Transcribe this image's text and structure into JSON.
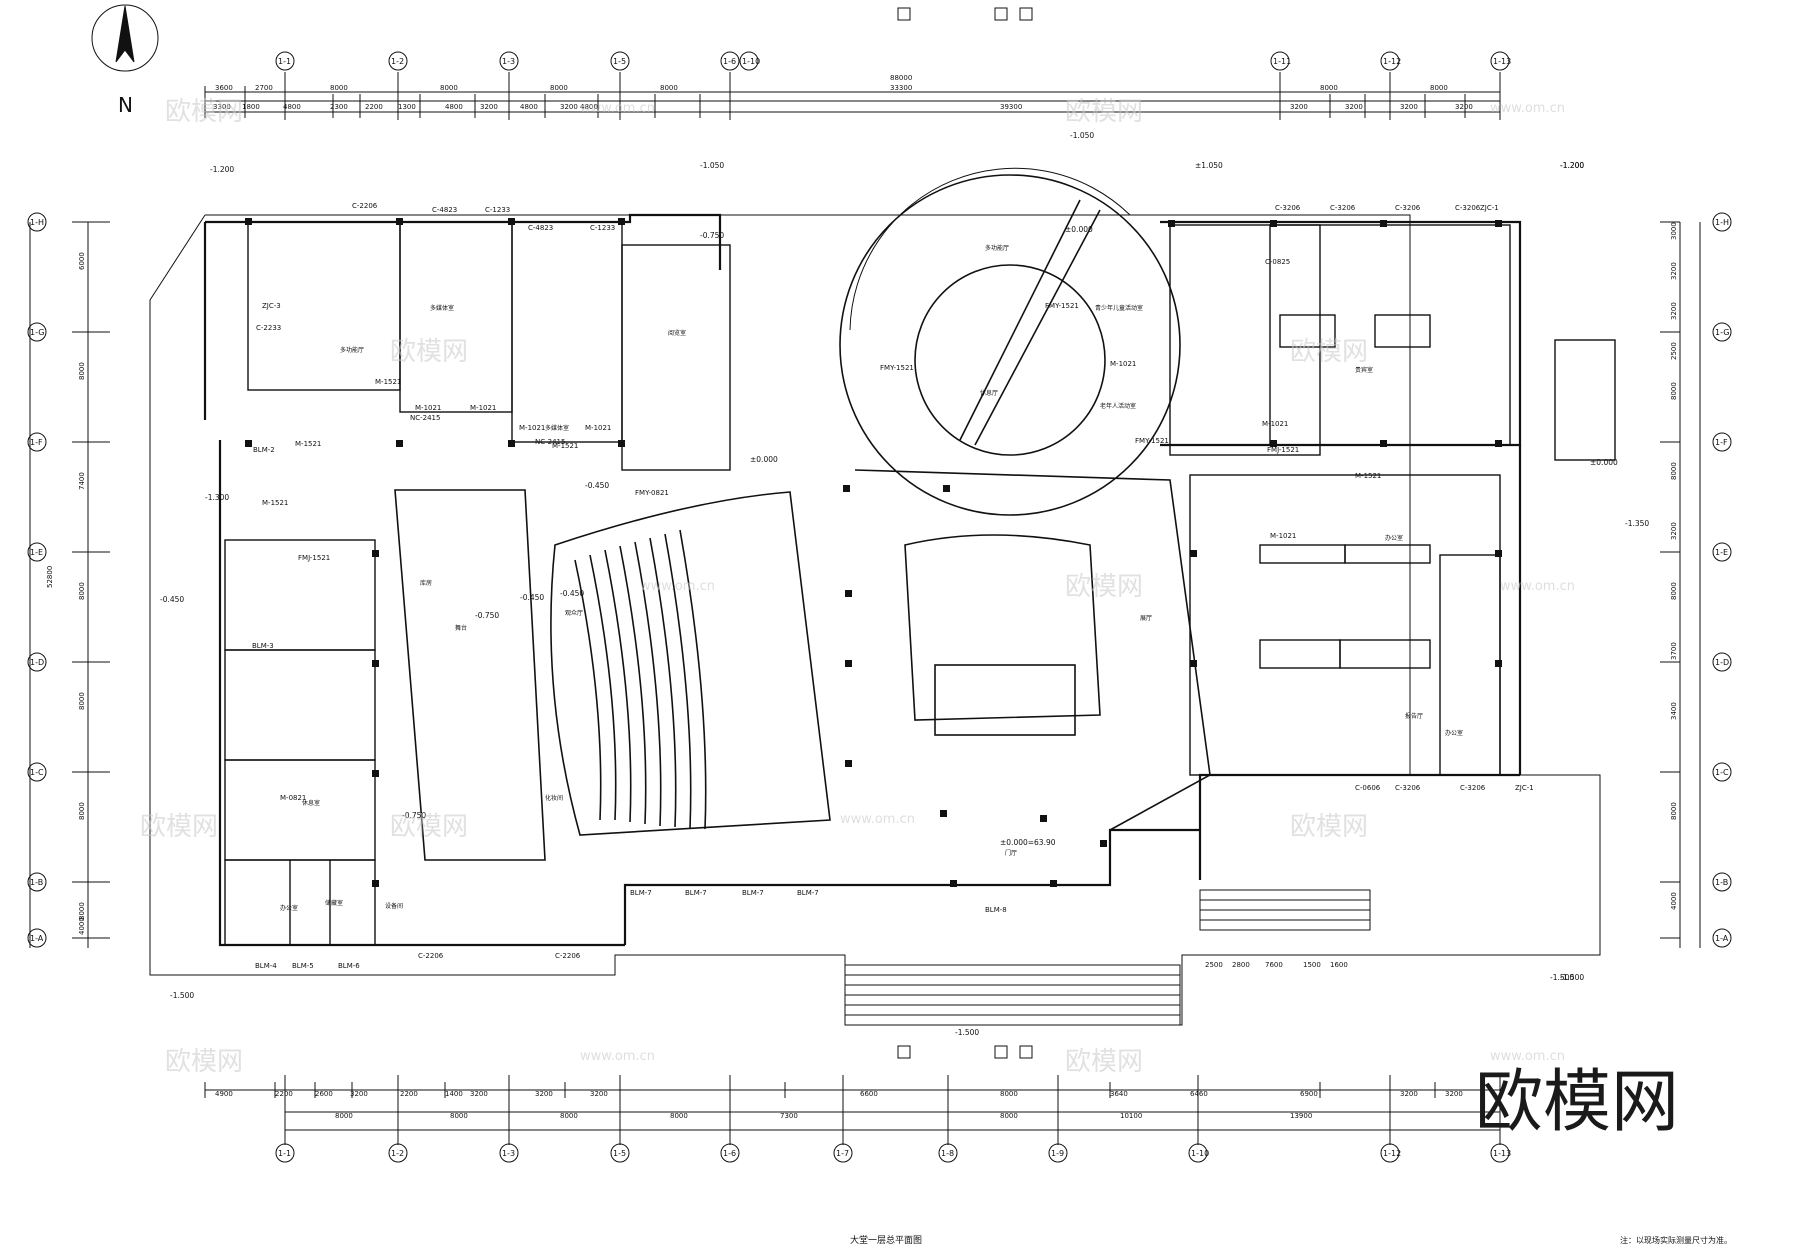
{
  "drawing": {
    "title": "大堂一层总平面图",
    "note": "注：以现场实际测量尺寸为准。",
    "north_label": "N",
    "total_width_dim": "88000",
    "total_height_dim": "52800"
  },
  "watermark": {
    "logo_text": "欧模网",
    "url_text": "www.om.cn"
  },
  "axes": {
    "top": [
      "1-1",
      "1-2",
      "1-3",
      "1-5",
      "1-6",
      "1-10",
      "1-11",
      "1-12",
      "1-13"
    ],
    "bottom": [
      "1-1",
      "1-2",
      "1-3",
      "1-5",
      "1-6",
      "1-7",
      "1-8",
      "1-9",
      "1-10",
      "1-12",
      "1-13"
    ],
    "left": [
      "1-H",
      "1-G",
      "1-F",
      "1-E",
      "1-D",
      "1-C",
      "1-B",
      "1-A"
    ]
  },
  "dimensions": {
    "top_row1": [
      "3600",
      "2700",
      "8000",
      "8000",
      "8000",
      "8000",
      "33300",
      "8000",
      "8000"
    ],
    "top_row2": [
      "3300",
      "1800",
      "4800",
      "2300",
      "2200",
      "1300",
      "4800",
      "3200",
      "4800",
      "3200",
      "4800",
      "39300",
      "3200",
      "3200",
      "3200",
      "3200"
    ],
    "bottom_row1": [
      "4900",
      "2200",
      "2600",
      "3200",
      "2200",
      "1400",
      "3200",
      "3200",
      "3200",
      "6600",
      "8000",
      "3640",
      "6460",
      "6900",
      "3200",
      "3200"
    ],
    "bottom_row2": [
      "8000",
      "8000",
      "8000",
      "8000",
      "7300",
      "8000",
      "10100",
      "13900"
    ],
    "left_col": [
      "6000",
      "8000",
      "7400",
      "8000",
      "8000",
      "8000",
      "8000",
      "4000"
    ],
    "right_col": [
      "3000",
      "3200",
      "3200",
      "2500",
      "8000",
      "8000",
      "3200",
      "8000",
      "3700",
      "3400",
      "8000",
      "4000"
    ],
    "stair_dims": [
      "2500",
      "2800",
      "7600",
      "1500",
      "1600"
    ]
  },
  "levels": [
    "-1.200",
    "-1.050",
    "-1.050",
    "±1.050",
    "-1.200",
    "-0.750",
    "±0.000",
    "±0.000",
    "-0.450",
    "-0.450",
    "-1.300",
    "-0.750",
    "-0.450",
    "-0.750",
    "-1.350",
    "±0.000=63.90",
    "-1.500",
    "-1.500",
    "-1.500",
    "-1.200",
    "-0.450",
    "±0.000",
    "-1.500"
  ],
  "doors": [
    "C-2206",
    "C-4823",
    "C-1233",
    "C-4823",
    "C-1233",
    "C-3206",
    "C-3206",
    "C-3206",
    "C-3206",
    "ZJC-1",
    "C-0825",
    "M-1521",
    "M-1021",
    "M-1021",
    "NC-2415",
    "NC-2415",
    "M-1021",
    "M-1021",
    "M-1521",
    "FMY-1521",
    "FMY-1521",
    "FMY-1521",
    "FMJ-1521",
    "M-1021",
    "M-1021",
    "M-1521",
    "M-1521",
    "FMJ-1521",
    "M-1521",
    "BLM-2",
    "BLM-3",
    "BLM-4",
    "BLM-5",
    "BLM-6",
    "BLM-7",
    "BLM-7",
    "BLM-7",
    "BLM-7",
    "BLM-8",
    "C-2206",
    "C-2206",
    "C-0606",
    "C-3206",
    "C-3206",
    "ZJC-1",
    "M-0821",
    "FMY-0821",
    "M-1021",
    "C-2233",
    "ZJC-3"
  ],
  "rooms": [
    "多功能厅",
    "多媒体室",
    "多媒体室",
    "阅览室",
    "多功能厅",
    "休息厅",
    "观众厅",
    "舞台",
    "化妆间",
    "门厅",
    "展厅",
    "贵宾室",
    "办公室",
    "办公室",
    "办公室",
    "储藏室",
    "设备间",
    "库房",
    "休息室",
    "报告厅",
    "青少年儿童活动室",
    "老年人活动室"
  ]
}
